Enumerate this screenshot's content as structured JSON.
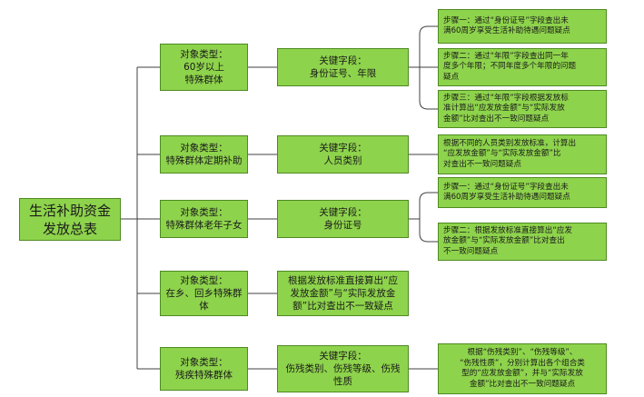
{
  "root": {
    "lines": [
      "生活补助资金",
      "发放总表"
    ]
  },
  "branches": [
    {
      "object": [
        "对象类型：",
        "60岁以上",
        "特殊群体"
      ],
      "field": [
        "关键字段：",
        "身份证号、年限"
      ],
      "steps": [
        [
          "步骤一：通过“身份证号”字段查出未",
          "满60周岁享受生活补助待遇问题疑点"
        ],
        [
          "步骤二：通过“年限”字段查出同一年",
          "度多个年限；不同年度多个年限的问题",
          "疑点"
        ],
        [
          "步骤三：通过“年限”字段根据发放标",
          "准计算出“应发放金额”与“实际发放",
          "金额”比对查出不一致问题疑点"
        ]
      ]
    },
    {
      "object": [
        "对象类型：",
        "特殊群体定期补助"
      ],
      "field": [
        "关键字段：",
        "人员类别"
      ],
      "steps": [
        [
          "根据不同的人员类别发放标准，计算出",
          "“应发放金额”与“实际发放金额”比",
          "对查出不一致问题疑点"
        ]
      ]
    },
    {
      "object": [
        "对象类型：",
        "特殊群体老年子女"
      ],
      "field": [
        "关键字段：",
        "身份证号"
      ],
      "steps": [
        [
          "步骤一：通过“身份证号”字段查出未",
          "满60周岁享受生活补助待遇问题疑点"
        ],
        [
          "步骤二：根据发放标准直接算出“应发",
          "放金额”与“实际发放金额”比对查出",
          "不一致问题疑点"
        ]
      ]
    },
    {
      "object": [
        "对象类型：",
        "在乡、回乡特殊群",
        "体"
      ],
      "field": [
        "根据发放标准直接算出“应",
        "发放金额”与“实际发放金",
        "额”比对查出不一致疑点"
      ],
      "steps": []
    },
    {
      "object": [
        "对象类型：",
        "残疾特殊群体"
      ],
      "field": [
        "关键字段：",
        "伤残类别、伤残等级、伤残",
        "性质"
      ],
      "steps": [
        [
          "根据“伤残类别”、“伤残等级”、",
          "“伤残性质”，分别计算出各个组合类",
          "型的“应发放金额”，并与“实际发放",
          "金额”比对查出不一致问题疑点"
        ]
      ]
    }
  ]
}
